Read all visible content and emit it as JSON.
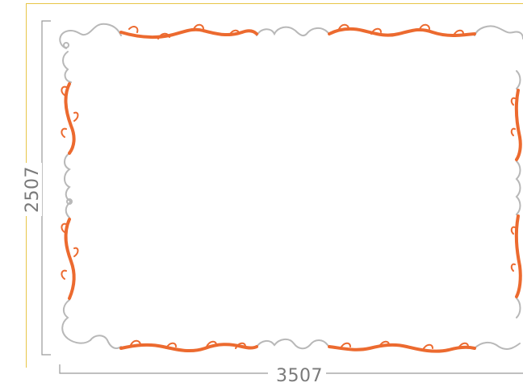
{
  "dimensions": {
    "width_label": "3507",
    "height_label": "2507"
  },
  "colors": {
    "ornament_accent": "#ec6a2f",
    "ornament_scroll": "#b8b8b8",
    "dimension_line": "#9a9a9a",
    "outline": "#e8c547"
  },
  "frame": {
    "style": "decorative scalloped border with orange acanthus flourishes"
  }
}
